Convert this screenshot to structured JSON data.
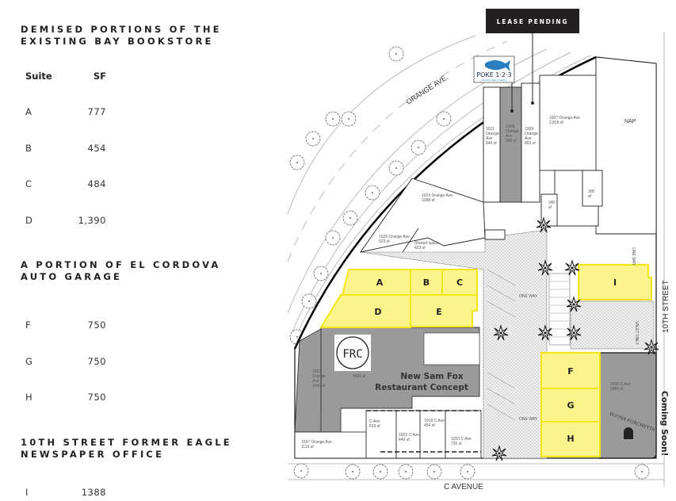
{
  "sections": [
    {
      "title_line1": "DEMISED PORTIONS OF THE",
      "title_line2": "EXISTING BAY BOOKSTORE",
      "col_suite": "Suite",
      "col_sf": "SF",
      "rows": [
        {
          "suite": "A",
          "sf": "777"
        },
        {
          "suite": "B",
          "sf": "454"
        },
        {
          "suite": "C",
          "sf": "484"
        },
        {
          "suite": "D",
          "sf": "1,390"
        }
      ]
    },
    {
      "title_line1": "A PORTION OF EL CORDOVA",
      "title_line2": "AUTO GARAGE",
      "rows": [
        {
          "suite": "F",
          "sf": "750"
        },
        {
          "suite": "G",
          "sf": "750"
        },
        {
          "suite": "H",
          "sf": "750"
        }
      ]
    },
    {
      "title_line1": "10TH STREET FORMER EAGLE",
      "title_line2": "NEWSPAPER OFFICE",
      "rows": [
        {
          "suite": "I",
          "sf": "1388"
        }
      ]
    }
  ],
  "map": {
    "lease_pending": "LEASE PENDING",
    "poke_logo": {
      "name": "POKE 1·2·3",
      "tagline": "Premium Fresh & Healthy"
    },
    "orange_ave": "ORANGE AVE.",
    "c_avenue": "C AVENUE",
    "tenth_street": "10TH STREET",
    "coming_soon": "Coming Soon!",
    "nap": "NAP",
    "frc_logo": "FRC",
    "sam_fox_1": "New Sam Fox",
    "sam_fox_2": "Restaurant Concept",
    "buona_forchetta": "BUONA FORCHETTA",
    "one_way": "ONE WAY",
    "valet_only": "VALET ONLY",
    "suites": {
      "A": "A",
      "B": "B",
      "C": "C",
      "D": "D",
      "E": "E",
      "F": "F",
      "G": "G",
      "H": "H",
      "I": "I"
    },
    "labels": {
      "l1011a": "1011",
      "l1011b": "Orange",
      "l1011c": "Ave",
      "l1011d": "846 sf",
      "l1009a": "1009",
      "l1009b": "Orange",
      "l1009c": "Ave",
      "l1009d": "588 sf",
      "l1009xa": "1009",
      "l1009xb": "Orange",
      "l1009xc": "Ave",
      "l1009xd": "853 sf",
      "l1007a": "1007 Orange Ave",
      "l1007b": "2,816 sf",
      "l1015a": "1015 Orange Ave.",
      "l1015b": "3288 sf",
      "l1025a": "1025 Orange Ave",
      "l1025b": "623 sf",
      "lshared_a": "Shared space",
      "lshared_b": "423 sf",
      "l240": "240",
      "l240b": "sf",
      "l300": "300",
      "l300b": "sf",
      "l1021a": "1021",
      "l1021b": "Orange",
      "l1021c": "Ave",
      "l1021d": "1049 sf",
      "lfrc": "4691 sf",
      "l1037a": "1037 Orange Ave",
      "l1037b": "1119 sf",
      "lcave_a": "C Ave",
      "lcave_b": "533 sf",
      "l1022a": "1022 C Ave",
      "l1022b": "440 sf",
      "l1018a": "1018 C Ave",
      "l1018b": "454 sf",
      "l1010a": "1010 C Ave",
      "l1010b": "726 sf",
      "l1000a": "1000 C Ave",
      "l1000b": "2860 sf"
    },
    "colors": {
      "suite_fill": "#fbf48a",
      "suite_stroke": "#f3e516",
      "building_gray": "#9a9a9a",
      "paving": "#e8e8e8"
    }
  }
}
